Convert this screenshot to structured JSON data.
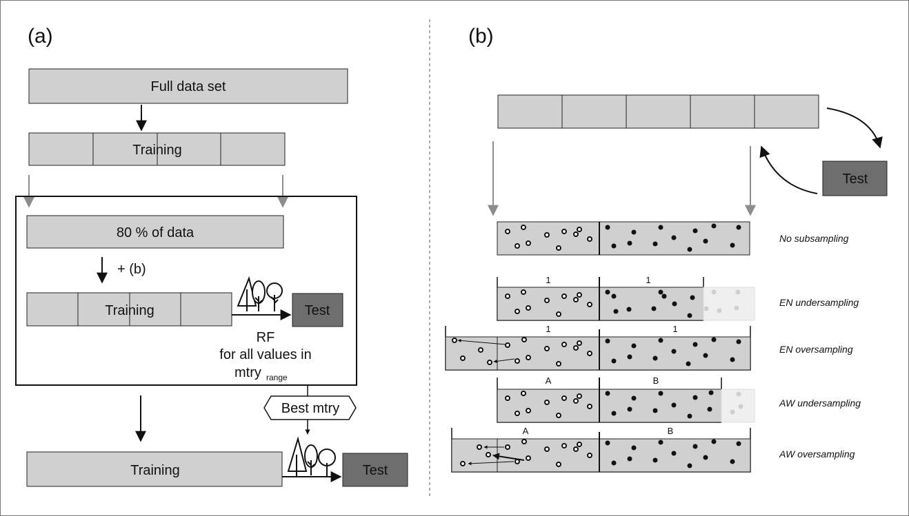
{
  "panel_a": {
    "label": "(a)",
    "full_data_set": "Full data set",
    "training_top": "Training",
    "eighty_percent": "80 % of data",
    "plus_b": "+ (b)",
    "training_inner": "Training",
    "test_inner": "Test",
    "rf_line1": "RF",
    "rf_line2": "for all values in",
    "mtry_base": "mtry",
    "mtry_sub": "range",
    "best_mtry": "Best mtry",
    "training_bottom": "Training",
    "test_bottom": "Test",
    "icons": [
      "tree-icon",
      "tree-icon",
      "tree-icon"
    ]
  },
  "panel_b": {
    "label": "(b)",
    "test": "Test",
    "rows": [
      {
        "caption": "No subsampling",
        "label_left": "",
        "label_right": ""
      },
      {
        "caption": "EN undersampling",
        "label_left": "1",
        "label_right": "1"
      },
      {
        "caption": "EN oversampling",
        "label_left": "1",
        "label_right": "1"
      },
      {
        "caption": "AW undersampling",
        "label_left": "A",
        "label_right": "B"
      },
      {
        "caption": "AW oversampling",
        "label_left": "A",
        "label_right": "B"
      }
    ],
    "legend_symbols": [
      "open-circle",
      "filled-circle"
    ]
  },
  "colors": {
    "box_fill": "#d0d0d0",
    "test_fill": "#6e6e6e",
    "faded_fill": "#efefef",
    "gray_arrow": "#8c8c8c",
    "stroke": "#222222"
  }
}
